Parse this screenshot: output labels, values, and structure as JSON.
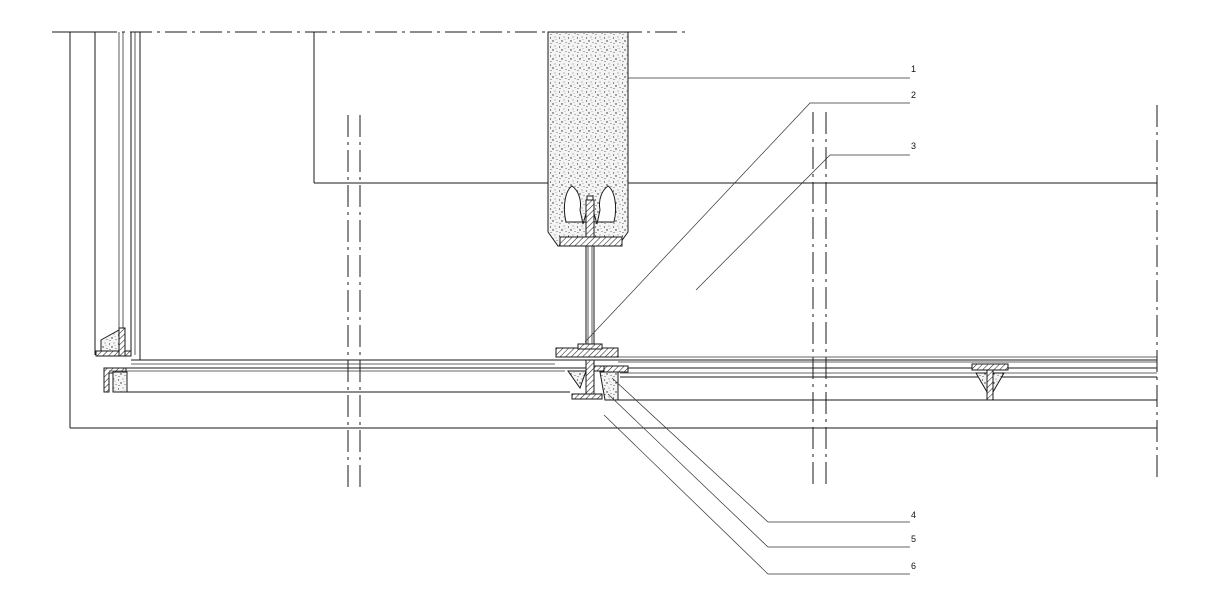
{
  "callouts": [
    {
      "num": "1"
    },
    {
      "num": "2"
    },
    {
      "num": "3"
    },
    {
      "num": "4"
    },
    {
      "num": "5"
    },
    {
      "num": "6"
    }
  ]
}
